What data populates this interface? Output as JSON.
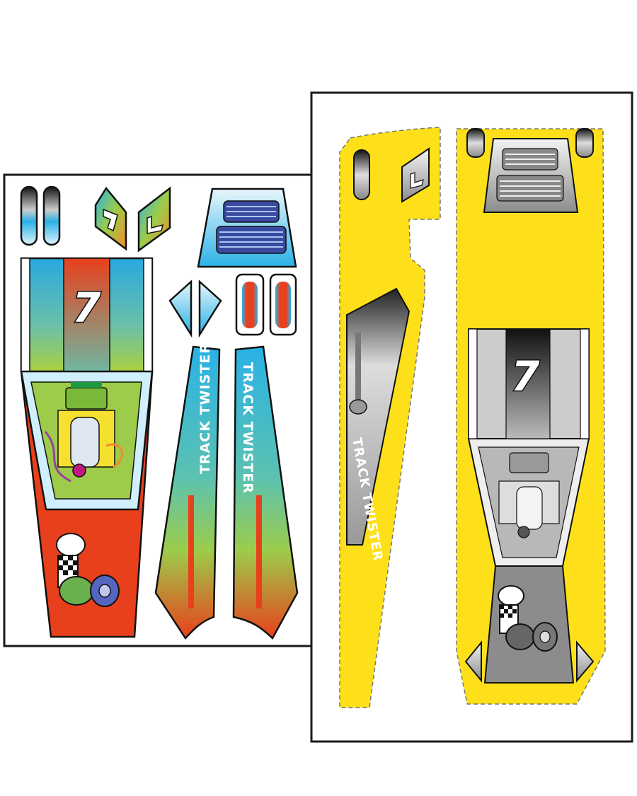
{
  "left_sheet": {
    "number": "7",
    "side_text_left": "TRACK TWISTER",
    "side_text_right": "TRACK TWISTER"
  },
  "right_sheet": {
    "number": "7",
    "side_text": "TRACK TWISTER"
  },
  "colors": {
    "yellow": "#fde01a",
    "red_orange": "#e8401c",
    "sky_blue": "#29b2e6",
    "green": "#8cc63f",
    "gray": "#8c8c8c"
  }
}
